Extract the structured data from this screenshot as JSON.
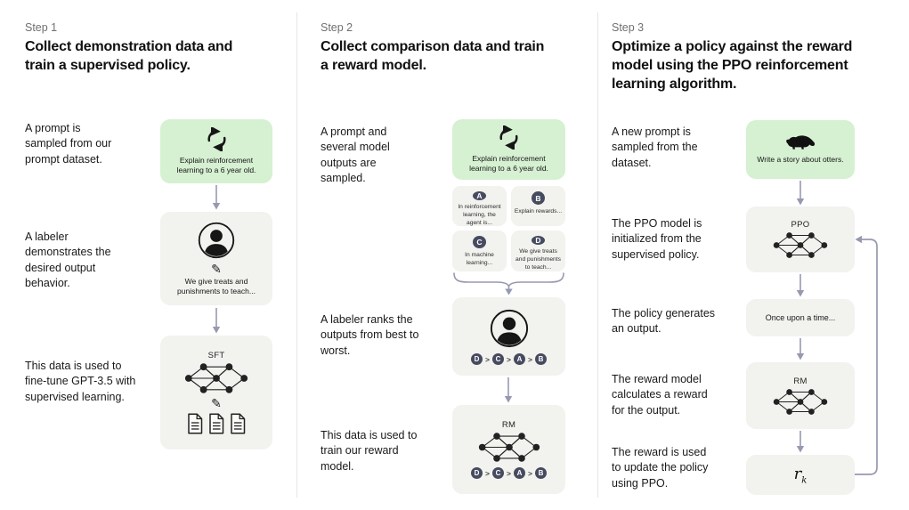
{
  "palette": {
    "prompt_box_green": "#d6f0d2",
    "process_box_gray": "#f2f2ef",
    "badge_navy": "#464b60",
    "arrow_gray": "#9799b0",
    "divider_gray": "#e6e6e6",
    "step_label_gray": "#6f6f6f",
    "text_black": "#101010"
  },
  "icons": {
    "pencil": "✎"
  },
  "step1": {
    "label": "Step 1",
    "title": "Collect demonstration data and train a supervised policy.",
    "note1": "A prompt is sampled from our prompt dataset.",
    "note2": "A labeler demonstrates the desired output behavior.",
    "note3": "This data is used to fine-tune GPT-3.5 with supervised learning.",
    "prompt_text": "Explain reinforcement learning to a 6 year old.",
    "labeler_text": "We give treats and punishments to teach...",
    "model_label": "SFT"
  },
  "step2": {
    "label": "Step 2",
    "title": "Collect comparison data and train a reward model.",
    "note1": "A prompt and several model outputs are sampled.",
    "note2": "A labeler ranks the outputs from best to worst.",
    "note3": "This data is used to train our reward model.",
    "prompt_text": "Explain reinforcement learning to a 6 year old.",
    "outputs": [
      {
        "letter": "A",
        "text": "In reinforcement learning, the agent is..."
      },
      {
        "letter": "B",
        "text": "Explain rewards..."
      },
      {
        "letter": "C",
        "text": "In machine learning..."
      },
      {
        "letter": "D",
        "text": "We give treats and punishments to teach..."
      }
    ],
    "ranking": [
      "D",
      "C",
      "A",
      "B"
    ],
    "ranking_separator": ">",
    "model_label": "RM"
  },
  "step3": {
    "label": "Step 3",
    "title": "Optimize a policy against the reward model using the PPO reinforcement learning algorithm.",
    "note1": "A new prompt is sampled from the dataset.",
    "note2": "The PPO model is initialized from the supervised policy.",
    "note3": "The policy generates an output.",
    "note4": "The reward model calculates a reward for the output.",
    "note5": "The reward is used to update the policy using PPO.",
    "prompt_text": "Write a story about otters.",
    "ppo_label": "PPO",
    "output_text": "Once upon a time...",
    "rm_label": "RM",
    "reward_base": "r",
    "reward_sub": "k"
  }
}
